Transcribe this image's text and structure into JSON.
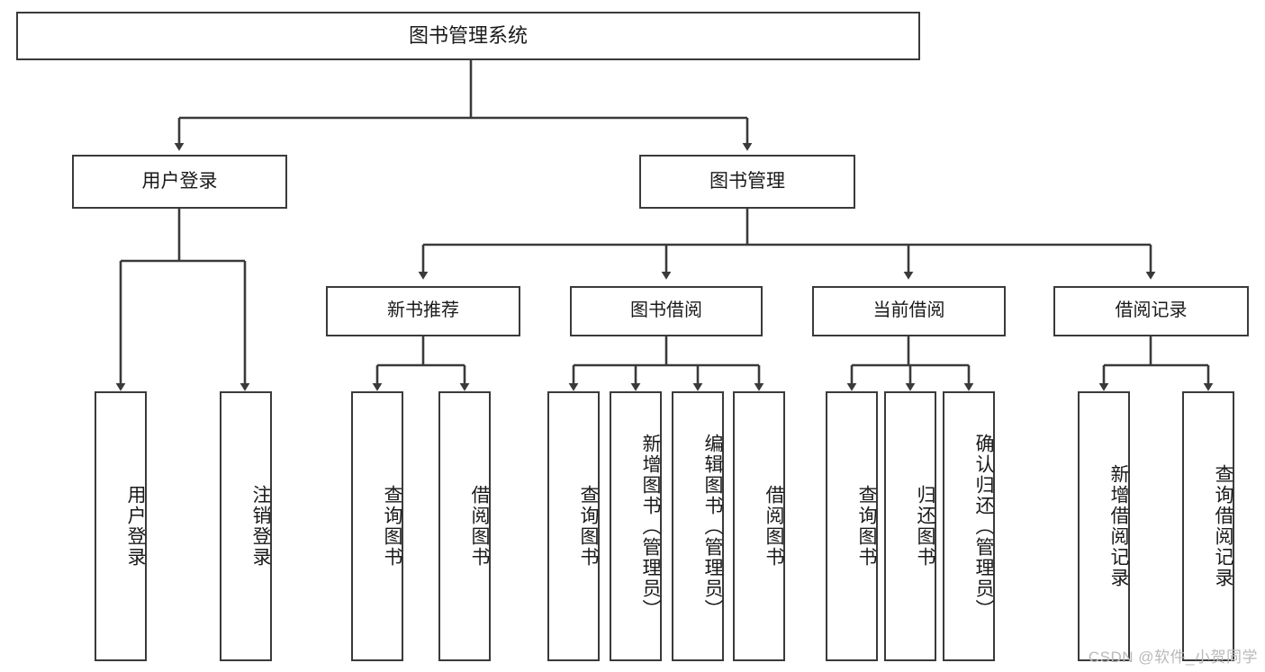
{
  "diagram": {
    "title": "图书管理系统",
    "type": "hierarchy-tree",
    "watermark": "CSDN @软件_小贺同学",
    "colors": {
      "stroke": "#3a3a3a",
      "fill": "#ffffff",
      "text": "#1a1a1a",
      "watermark": "#b9b9b9"
    },
    "root": {
      "label": "图书管理系统"
    },
    "level2": [
      {
        "label": "用户登录"
      },
      {
        "label": "图书管理"
      }
    ],
    "level3": [
      {
        "label": "新书推荐"
      },
      {
        "label": "图书借阅"
      },
      {
        "label": "当前借阅"
      },
      {
        "label": "借阅记录"
      }
    ],
    "leaves": {
      "user_login": [
        {
          "label": "用户登录"
        },
        {
          "label": "注销登录"
        }
      ],
      "new_book_recommend": [
        {
          "label": "查询图书"
        },
        {
          "label": "借阅图书"
        }
      ],
      "book_borrow": [
        {
          "label": "查询图书"
        },
        {
          "label": "新增图书（管理员）"
        },
        {
          "label": "编辑图书（管理员）"
        },
        {
          "label": "借阅图书"
        }
      ],
      "current_borrow": [
        {
          "label": "查询图书"
        },
        {
          "label": "归还图书"
        },
        {
          "label": "确认归还（管理员）"
        }
      ],
      "borrow_record": [
        {
          "label": "新增借阅记录"
        },
        {
          "label": "查询借阅记录"
        }
      ]
    }
  }
}
